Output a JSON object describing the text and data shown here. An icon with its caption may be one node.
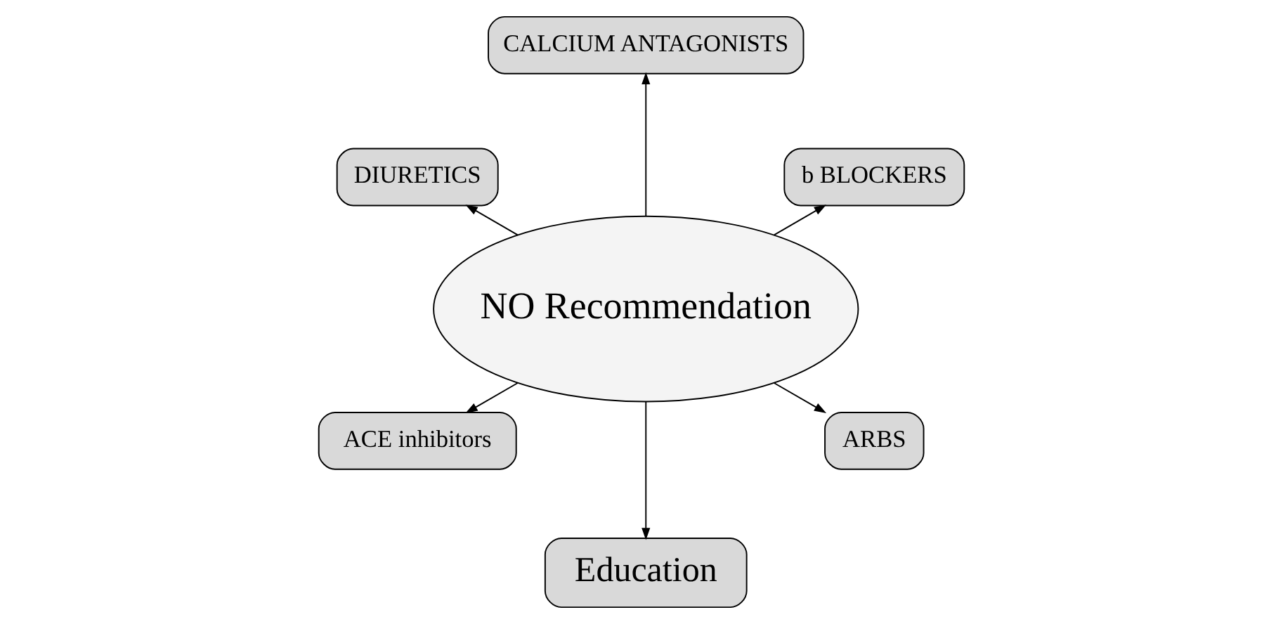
{
  "diagram": {
    "nodes": [
      {
        "text": [
          "NO Recommendation"
        ]
      },
      {
        "text": [
          "b BLOCKERS"
        ]
      },
      {
        "text": [
          "CALCIUM ANTAGONISTS"
        ]
      },
      {
        "text": [
          "DIURETICS"
        ]
      },
      {
        "text": [
          "ACE inhibitors"
        ]
      },
      {
        "text": [
          "Education"
        ]
      },
      {
        "text": [
          "ARBS"
        ]
      }
    ],
    "edges": [
      {
        "from": 0,
        "to": 1,
        "arrow": "to"
      },
      {
        "from": 0,
        "to": 2,
        "arrow": "to"
      },
      {
        "from": 0,
        "to": 3,
        "arrow": "to"
      },
      {
        "from": 0,
        "to": 4,
        "arrow": "to"
      },
      {
        "from": 0,
        "to": 5,
        "arrow": "to"
      },
      {
        "from": 0,
        "to": 6,
        "arrow": "to"
      }
    ]
  }
}
